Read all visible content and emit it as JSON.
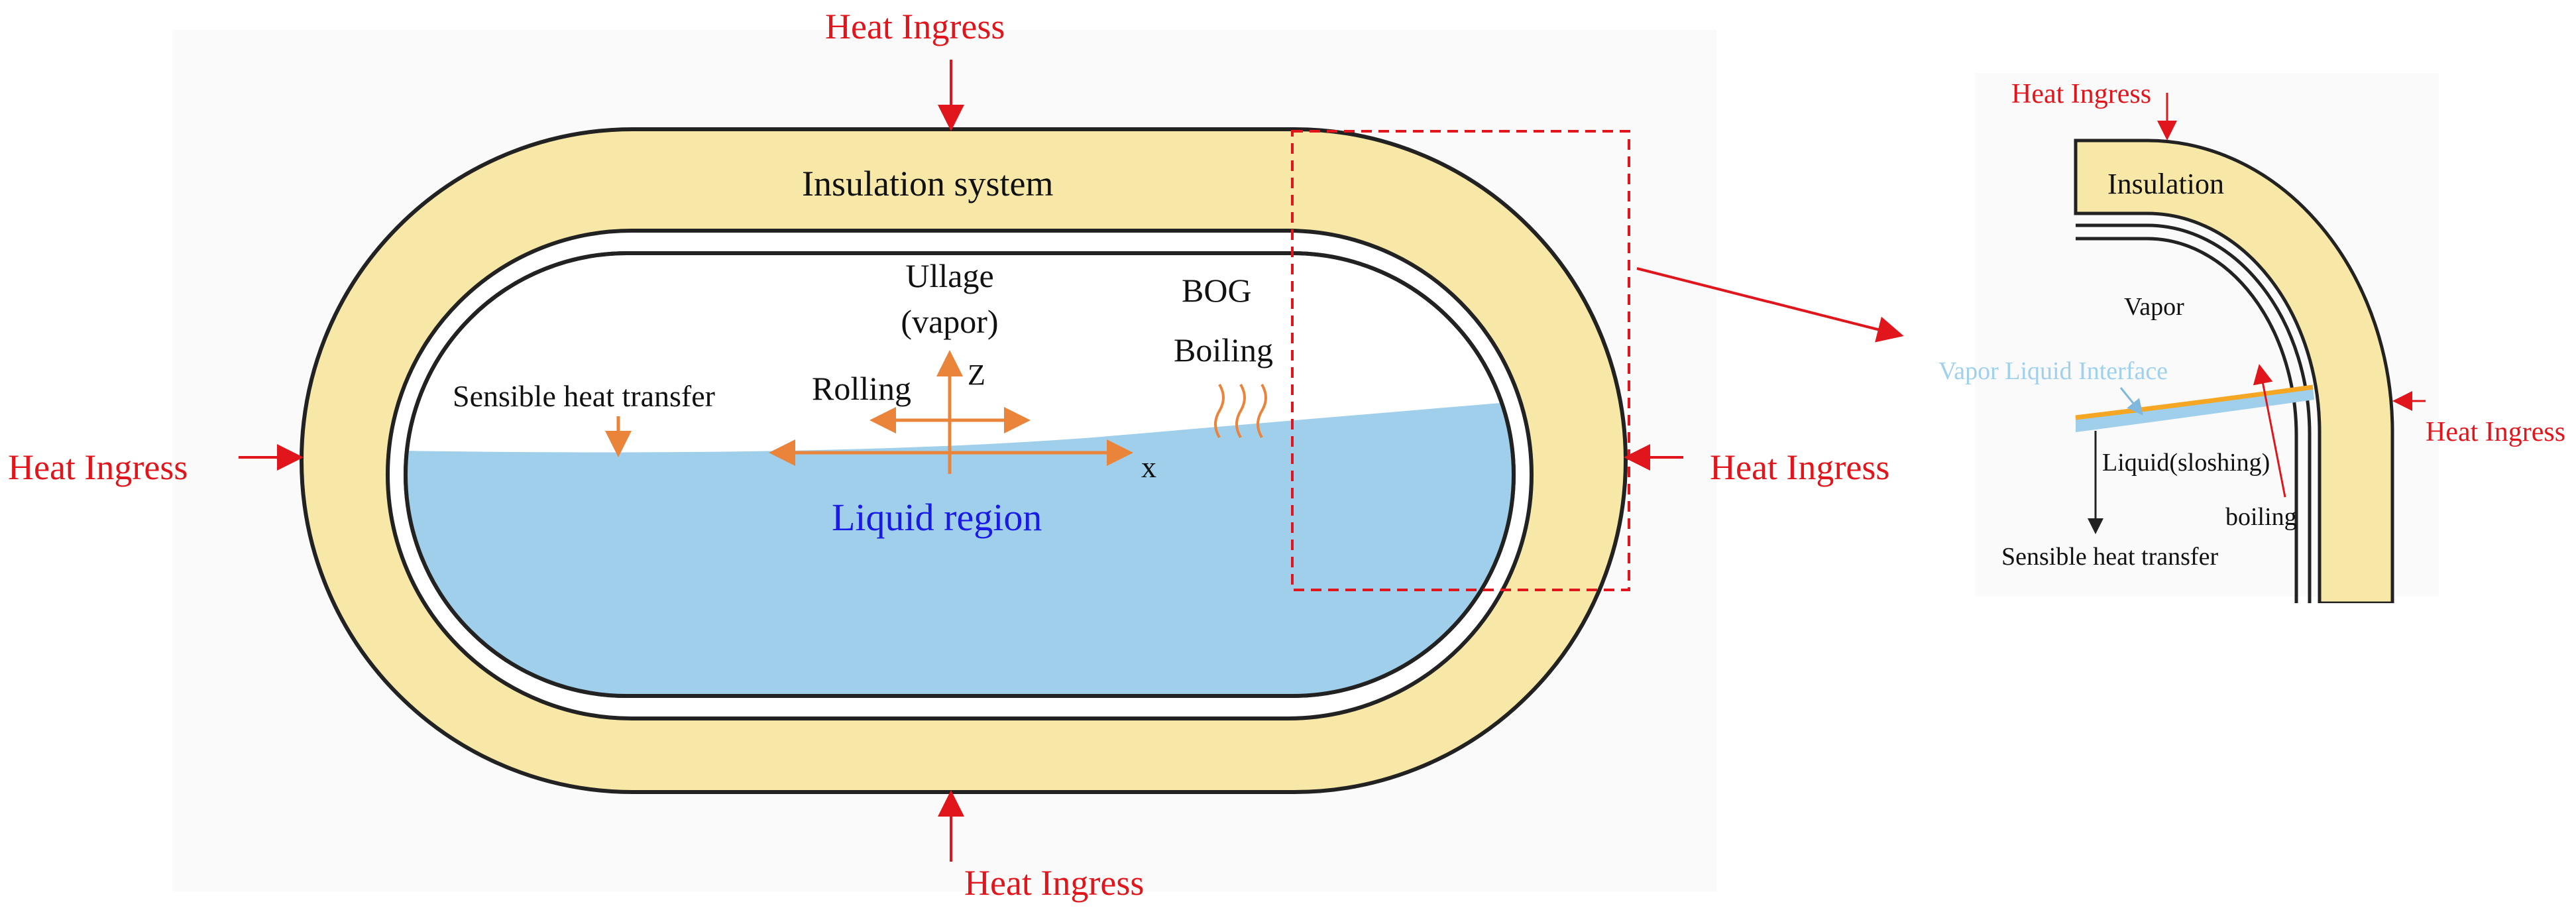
{
  "main": {
    "heat_top": "Heat Ingress",
    "heat_left": "Heat Ingress",
    "heat_right": "Heat Ingress",
    "heat_bottom": "Heat Ingress",
    "insulation": "Insulation system",
    "ullage_line1": "Ullage",
    "ullage_line2": "(vapor)",
    "z_label": "Z",
    "x_label": "x",
    "rolling": "Rolling",
    "sensible": "Sensible heat transfer",
    "bog": "BOG",
    "boiling": "Boiling",
    "liquid": "Liquid region"
  },
  "detail": {
    "heat_top": "Heat Ingress",
    "heat_right": "Heat Ingress",
    "insulation": "Insulation",
    "vapor": "Vapor",
    "interface": "Vapor Liquid Interface",
    "liquid": "Liquid(sloshing)",
    "boiling": "boiling",
    "sensible": "Sensible heat transfer"
  },
  "colors": {
    "heat_red": "#e0161c",
    "insulation_fill": "#f8e8a8",
    "liquid_fill": "#9fcfea",
    "liquid_text": "#1a1ae6",
    "arrow_orange": "#e9843a",
    "interface_text": "#9fd0ee",
    "interface_orange": "#f5a623",
    "outline": "#222222"
  },
  "icons": [
    "arrow-icon",
    "wavy-boiling-icon",
    "dashed-zoom-box"
  ]
}
